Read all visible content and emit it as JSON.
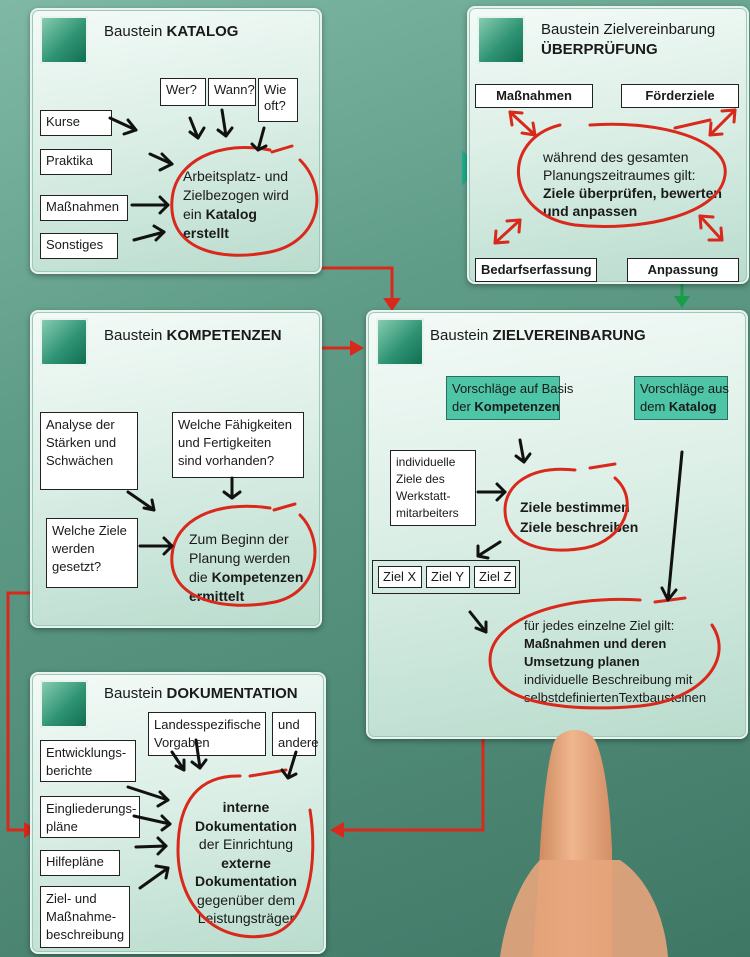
{
  "katalog": {
    "title_prefix": "Baustein",
    "title_bold": "KATALOG",
    "questions": [
      "Wer?",
      "Wann?",
      "Wie oft?"
    ],
    "items": [
      "Kurse",
      "Praktika",
      "Maßnahmen",
      "Sonstiges"
    ],
    "circle_line1": "Arbeitsplatz- und",
    "circle_line2": "Zielbezogen wird",
    "circle_line3": "ein",
    "circle_bold1": "Katalog",
    "circle_bold2": "erstellt"
  },
  "ueberpruefung": {
    "title_line1": "Baustein Zielvereinbarung",
    "title_bold": "ÜBERPRÜFUNG",
    "box_tl": "Maßnahmen",
    "box_tr": "Förderziele",
    "box_bl": "Bedarfserfassung",
    "box_br": "Anpassung",
    "circle_line1": "während des gesamten",
    "circle_line2": "Planungszeitraumes gilt:",
    "circle_bold1": "Ziele überprüfen, bewerten",
    "circle_bold2": "und anpassen"
  },
  "kompetenzen": {
    "title_prefix": "Baustein",
    "title_bold": "KOMPETENZEN",
    "box_analyse": [
      "Analyse der",
      "Stärken und",
      "Schwächen"
    ],
    "box_faehig": [
      "Welche Fähigkeiten",
      "und Fertigkeiten",
      "sind vorhanden?"
    ],
    "box_ziele": [
      "Welche Ziele",
      "werden",
      "gesetzt?"
    ],
    "circle_line1": "Zum Beginn der",
    "circle_line2": "Planung werden",
    "circle_line3": "die",
    "circle_bold1": "Kompetenzen",
    "circle_bold2": "ermittelt"
  },
  "zielvereinbarung": {
    "title_prefix": "Baustein",
    "title_bold": "ZIELVEREINBARUNG",
    "box_vorschlaege_komp": [
      "Vorschläge auf Basis",
      "der",
      "Kompetenzen"
    ],
    "box_vorschlaege_kat": [
      "Vorschläge aus",
      "dem",
      "Katalog"
    ],
    "box_individuell": [
      "individuelle",
      "Ziele des",
      "Werkstatt-",
      "mitarbeiters"
    ],
    "circle1_bold1": "Ziele bestimmen",
    "circle1_bold2": "Ziele beschreiben",
    "ziele": [
      "Ziel X",
      "Ziel Y",
      "Ziel Z"
    ],
    "circle2_line1": "für jedes einzelne Ziel gilt:",
    "circle2_bold1": "Maßnahmen und deren",
    "circle2_bold2": "Umsetzung planen",
    "circle2_line2": "individuelle Beschreibung mit",
    "circle2_line3": "selbstdefiniertenTextbausteinen"
  },
  "dokumentation": {
    "title_prefix": "Baustein",
    "title_bold": "DOKUMENTATION",
    "box_landes": [
      "Landesspezifische",
      "Vorgaben"
    ],
    "box_und": [
      "und",
      "andere"
    ],
    "items": [
      [
        "Entwicklungs-",
        "berichte"
      ],
      [
        "Eingliederungs-",
        "pläne"
      ],
      [
        "Hilfepläne"
      ],
      [
        "Ziel- und",
        "Maßnahme-",
        "beschreibung"
      ]
    ],
    "circle_bold1": "interne",
    "circle_bold2": "Dokumentation",
    "circle_line1": "der Einrichtung",
    "circle_bold3": "externe",
    "circle_bold4": "Dokumentation",
    "circle_line2": "gegenüber dem",
    "circle_line3": "Leistungsträger"
  },
  "colors": {
    "accent_red": "#d9291c",
    "accent_green": "#1a9c4a",
    "teal_box": "#4ec5a6"
  }
}
